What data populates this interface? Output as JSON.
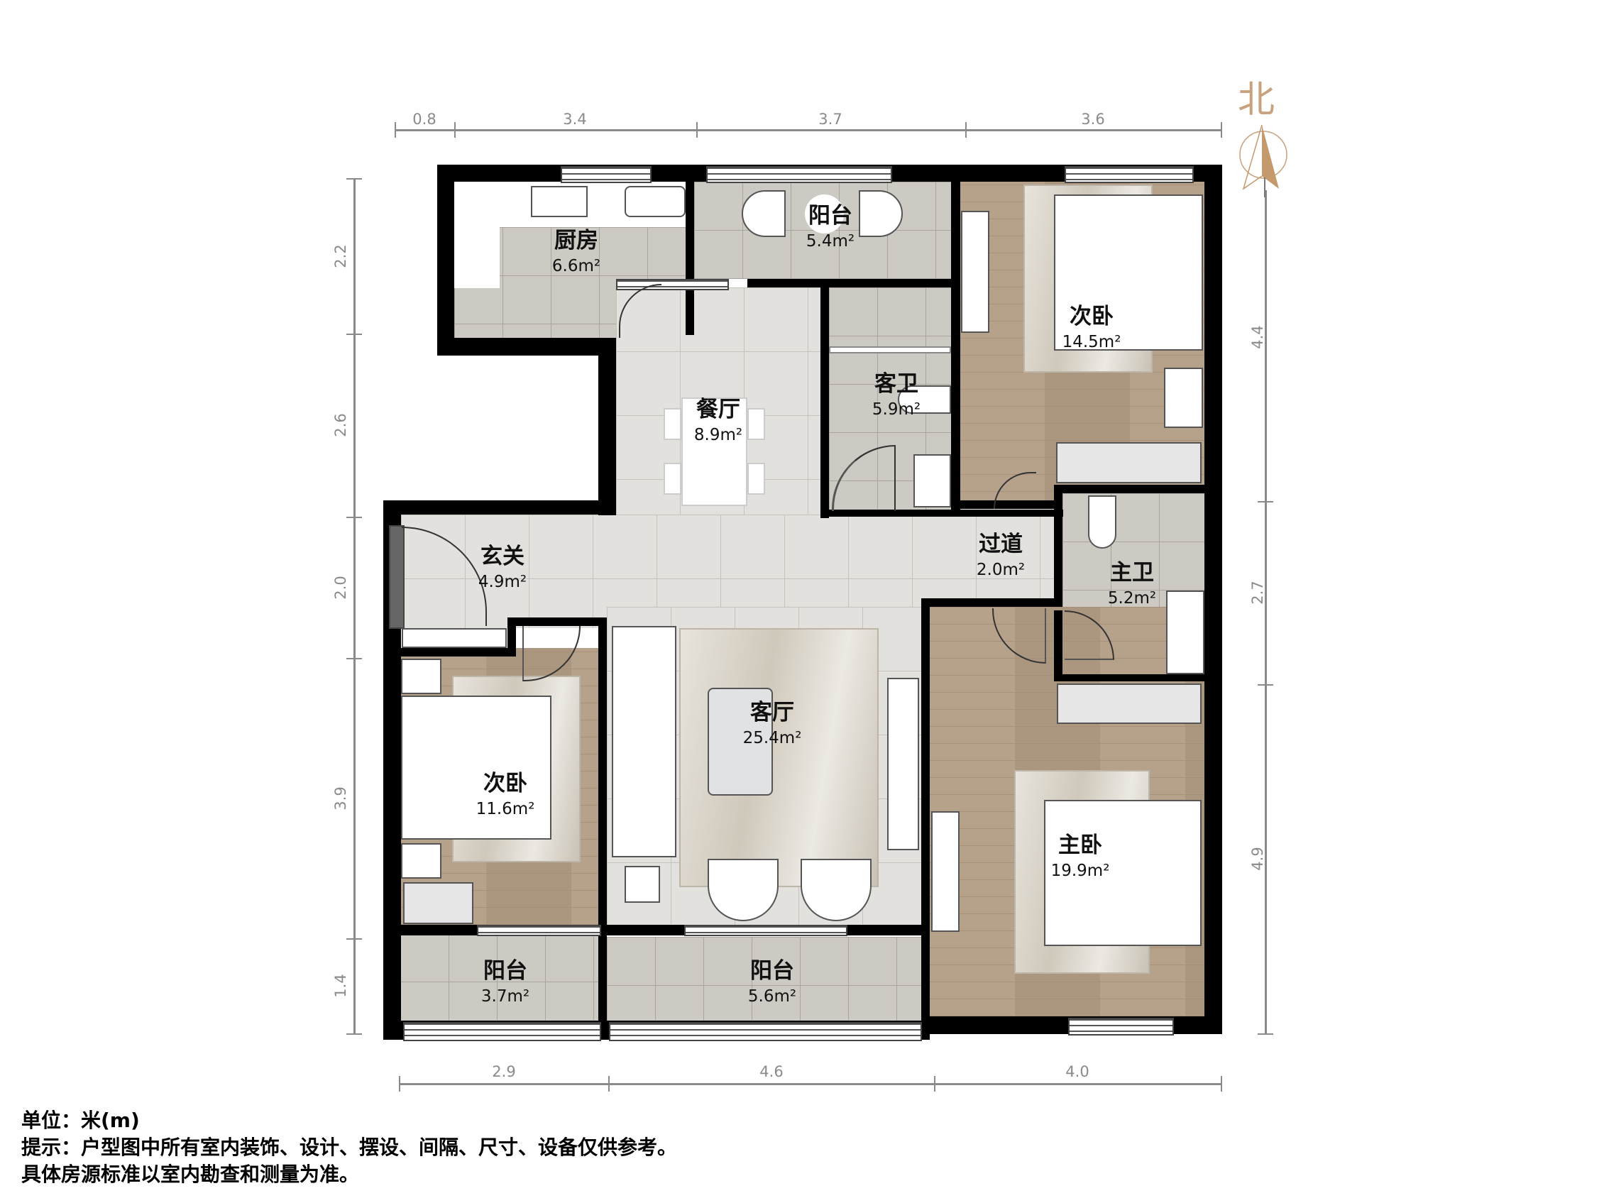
{
  "compass": {
    "label": "北",
    "color": "#c49a6c"
  },
  "dimensions": {
    "top": [
      "0.8",
      "3.4",
      "3.7",
      "3.6"
    ],
    "bottom": [
      "2.9",
      "4.6",
      "4.0"
    ],
    "left": [
      "2.2",
      "2.6",
      "2.0",
      "3.9",
      "1.4"
    ],
    "right": [
      "4.4",
      "2.7",
      "4.9"
    ]
  },
  "rooms": {
    "kitchen": {
      "name": "厨房",
      "area": "6.6m²"
    },
    "north_balcony": {
      "name": "阳台",
      "area": "5.4m²"
    },
    "bedroom_ne": {
      "name": "次卧",
      "area": "14.5m²"
    },
    "dining": {
      "name": "餐厅",
      "area": "8.9m²"
    },
    "guest_bath": {
      "name": "客卫",
      "area": "5.9m²"
    },
    "entry": {
      "name": "玄关",
      "area": "4.9m²"
    },
    "hallway": {
      "name": "过道",
      "area": "2.0m²"
    },
    "master_bath": {
      "name": "主卫",
      "area": "5.2m²"
    },
    "living": {
      "name": "客厅",
      "area": "25.4m²"
    },
    "bedroom_sw": {
      "name": "次卧",
      "area": "11.6m²"
    },
    "master_bedroom": {
      "name": "主卧",
      "area": "19.9m²"
    },
    "sw_balcony": {
      "name": "阳台",
      "area": "3.7m²"
    },
    "s_balcony": {
      "name": "阳台",
      "area": "5.6m²"
    }
  },
  "notes": {
    "unit": "单位：米(m)",
    "tip": "提示：户型图中所有室内装饰、设计、摆设、间隔、尺寸、设备仅供参考。",
    "disclaimer": "具体房源标准以室内勘查和测量为准。"
  },
  "colors": {
    "wall": "#000000",
    "wood": "#b29c84",
    "tile": "#cdc9c3",
    "marble": "#e3e1de",
    "dimension": "#8a8a8a"
  }
}
